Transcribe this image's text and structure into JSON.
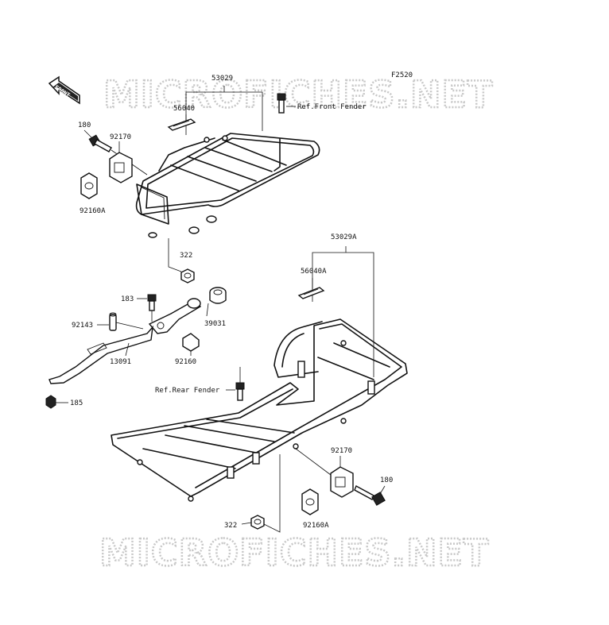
{
  "diagram_code": "F2520",
  "watermark": "MICROFICHES.NET",
  "front_arrow_label": "FRONT",
  "labels": {
    "p53029": "53029",
    "p56040": "56040",
    "p180_top": "180",
    "p92170_top": "92170",
    "p92160A_top": "92160A",
    "ref_front_fender": "Ref.Front Fender",
    "p322_top": "322",
    "p53029A": "53029A",
    "p56040A": "56040A",
    "p183": "183",
    "p92143": "92143",
    "p39031": "39031",
    "p13091": "13091",
    "p92160": "92160",
    "ref_rear_fender": "Ref.Rear Fender",
    "p185": "185",
    "p92170_bot": "92170",
    "p180_bot": "180",
    "p92160A_bot": "92160A",
    "p322_bot": "322"
  }
}
